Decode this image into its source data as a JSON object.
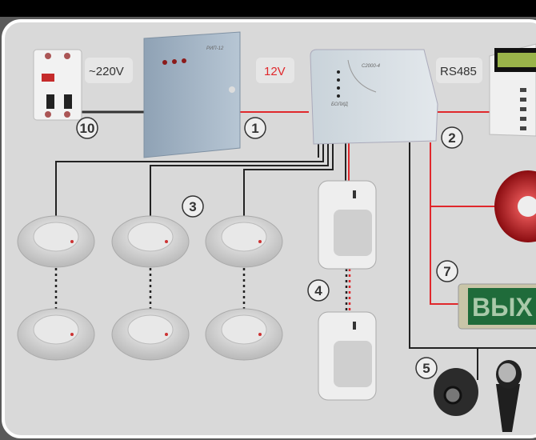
{
  "labels": {
    "mains": "~220V",
    "power": "12V",
    "bus": "RS485"
  },
  "devices": {
    "psu_model": "РИП-12",
    "controller_model": "С2000-4",
    "controller_brand": "БОЛИД",
    "exit_sign": "ВЫХ"
  },
  "callouts": [
    "10",
    "1",
    "2",
    "3",
    "4",
    "5",
    "7"
  ],
  "colors": {
    "background": "#d9d9d9",
    "wire_power": "#e0282c",
    "wire_signal": "#222222",
    "exit_sign": "#1f6b3a"
  }
}
